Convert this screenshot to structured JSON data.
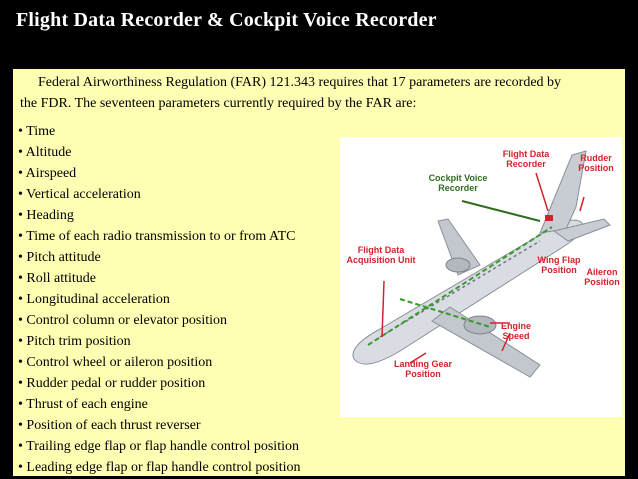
{
  "slide": {
    "title": "Flight Data Recorder & Cockpit Voice Recorder",
    "intro_text": "Federal Airworthiness Regulation (FAR) 121.343 requires that 17 parameters are recorded by the FDR. The seventeen parameters currently required by the FAR are:",
    "parameters": [
      "Time",
      "Altitude",
      "Airspeed",
      "Vertical acceleration",
      "Heading",
      "Time of each radio transmission to or from ATC",
      "Pitch attitude",
      "Roll attitude",
      "Longitudinal acceleration",
      "Control column or elevator position",
      "Pitch trim position",
      "Control wheel or aileron position",
      "Rudder pedal or rudder position",
      "Thrust of each engine",
      "Position of each thrust reverser",
      "Trailing edge flap or flap handle control position",
      "Leading edge flap or flap handle control position"
    ]
  },
  "figure": {
    "labels": {
      "fdr": "Flight Data Recorder",
      "cvr": "Cockpit Voice Recorder",
      "rudder": "Rudder Position",
      "fdau": "Flight Data Acquisition Unit",
      "wing_flap": "Wing Flap Position",
      "aileron": "Aileron Position",
      "engine": "Engine Speed",
      "landing_gear": "Landing Gear Position"
    }
  },
  "colors": {
    "background": "#000000",
    "panel": "#ffffb3",
    "label_red": "#d0242b",
    "label_green": "#2e6e1f"
  }
}
